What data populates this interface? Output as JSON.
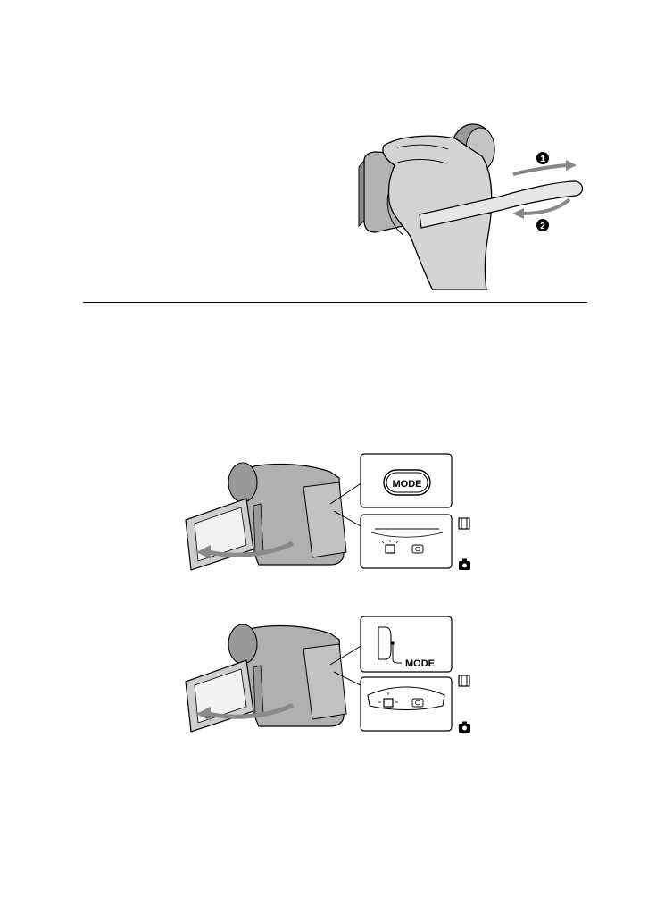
{
  "strap_figure": {
    "step_1": "1",
    "step_2": "2"
  },
  "camera_figure_1": {
    "button_label": "MODE"
  },
  "camera_figure_2": {
    "button_label": "MODE"
  },
  "icons": {
    "movie": "movie-mode-icon",
    "photo": "photo-mode-icon"
  }
}
